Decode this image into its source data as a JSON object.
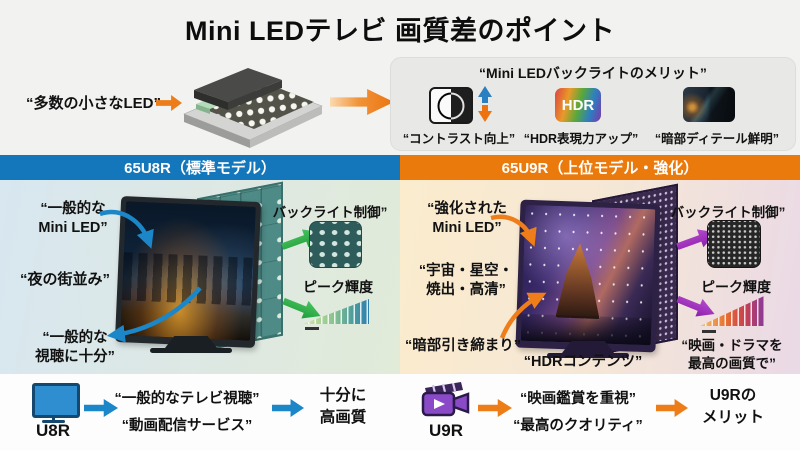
{
  "title": "Mini LEDテレビ 画質差のポイント",
  "colors": {
    "header_blue": "#1477bb",
    "header_orange": "#eb7a0c",
    "green_arrow": "#2fb14b",
    "purple_arrow": "#a233c0"
  },
  "top": {
    "led_label": "“多数の小さなLED”",
    "merit_title": "“Mini LEDバックライトのメリット”",
    "merit_items": [
      {
        "icon": "contrast-icon",
        "label": "“コントラスト向上”"
      },
      {
        "icon": "hdr-icon",
        "badge": "HDR",
        "label": "“HDR表現力アップ”"
      },
      {
        "icon": "dark-detail-icon",
        "label": "“暗部ディテール鮮明”"
      }
    ]
  },
  "headers": {
    "left": "65U8R（標準モデル）",
    "right": "65U9R（上位モデル・強化）"
  },
  "left_panel": {
    "callout_mini_led": "“一般的な\nMini LED”",
    "callout_scene": "“夜の街並み”",
    "callout_viewing": "“一般的な\n視聴に十分”",
    "backlight_label": "バックライト制御”",
    "peak_label": "ピーク輝度"
  },
  "right_panel": {
    "callout_mini_led": "“強化された\nMini LED”",
    "callout_scene": "“宇宙・星空・\n焼出・高清”",
    "callout_dark": "“暗部引き締まり”",
    "callout_hdr_content": "“HDRコンテンツ”",
    "backlight_label": "バックライト制御”",
    "peak_label": "ピーク輝度",
    "callout_quality": "“映画・ドラマを\n最高の画質で”"
  },
  "bottom": {
    "left": {
      "model": "U8R",
      "points": [
        "“一般的なテレビ視聴”",
        "“動画配信サービス”"
      ],
      "result": "十分に\n高画質"
    },
    "right": {
      "model": "U9R",
      "points": [
        "“映画鑑賞を重視”",
        "“最高のクオリティ”"
      ],
      "result": "U9Rの\nメリット"
    }
  }
}
